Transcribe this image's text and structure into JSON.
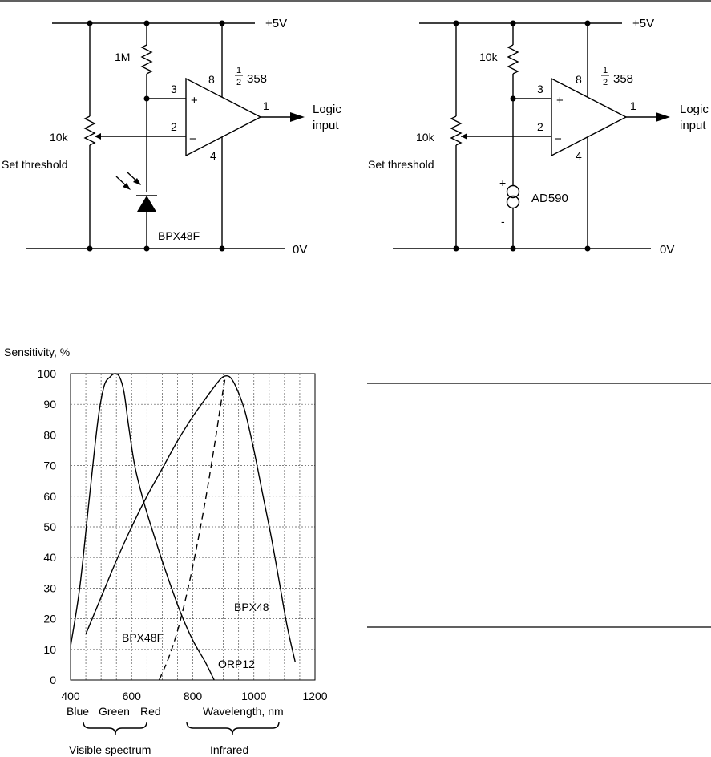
{
  "circuit_left": {
    "supply": "+5V",
    "ground": "0V",
    "resistor": "1M",
    "pot": "10k",
    "pot_label": "Set threshold",
    "opamp": "358",
    "opamp_fraction_num": "1",
    "opamp_fraction_den": "2",
    "pin_noninv": "3",
    "pin_inv": "2",
    "pin_out": "1",
    "pin_vcc": "8",
    "pin_gnd": "4",
    "plus_sign": "+",
    "minus_sign": "−",
    "output_line1": "Logic",
    "output_line2": "input",
    "sensor": "BPX48F"
  },
  "circuit_right": {
    "supply": "+5V",
    "ground": "0V",
    "resistor": "10k",
    "pot": "10k",
    "pot_label": "Set threshold",
    "opamp": "358",
    "opamp_fraction_num": "1",
    "opamp_fraction_den": "2",
    "pin_noninv": "3",
    "pin_inv": "2",
    "pin_out": "1",
    "pin_vcc": "8",
    "pin_gnd": "4",
    "plus_sign": "+",
    "minus_sign": "−",
    "output_line1": "Logic",
    "output_line2": "input",
    "sensor": "AD590",
    "sensor_plus": "+",
    "sensor_minus": "-"
  },
  "chart_data": {
    "type": "line",
    "ylabel": "Sensitivity, %",
    "xlabel": "Wavelength, nm",
    "xlim": [
      400,
      1200
    ],
    "ylim": [
      0,
      100
    ],
    "x_ticks": [
      "400",
      "600",
      "800",
      "1000",
      "1200"
    ],
    "y_ticks": [
      "0",
      "10",
      "20",
      "30",
      "40",
      "50",
      "60",
      "70",
      "80",
      "90",
      "100"
    ],
    "grid": true,
    "color_bands": [
      "Blue",
      "Green",
      "Red"
    ],
    "spectrum_labels": [
      "Visible spectrum",
      "Infrared"
    ],
    "series": [
      {
        "name": "BPX48F",
        "style": "solid",
        "x": [
          400,
          430,
          460,
          490,
          510,
          530,
          545,
          560,
          575,
          590,
          610,
          640,
          680,
          720,
          760,
          800,
          840,
          870
        ],
        "y": [
          11,
          30,
          58,
          85,
          96,
          99,
          100,
          99,
          94,
          83,
          70,
          58,
          45,
          33,
          22,
          13,
          6,
          0
        ]
      },
      {
        "name": "BPX48",
        "style": "solid",
        "x": [
          450,
          500,
          550,
          600,
          650,
          700,
          750,
          800,
          850,
          880,
          900,
          920,
          940,
          970,
          1000,
          1030,
          1060,
          1090,
          1110,
          1135
        ],
        "y": [
          15,
          27,
          39,
          50,
          60,
          69,
          78,
          86,
          93,
          97,
          99,
          99,
          96,
          88,
          75,
          60,
          45,
          28,
          17,
          6
        ]
      },
      {
        "name": "ORP12",
        "style": "dashed",
        "x": [
          690,
          720,
          750,
          780,
          810,
          840,
          870,
          890,
          905
        ],
        "y": [
          0,
          7,
          16,
          28,
          42,
          58,
          76,
          89,
          98
        ]
      }
    ]
  }
}
